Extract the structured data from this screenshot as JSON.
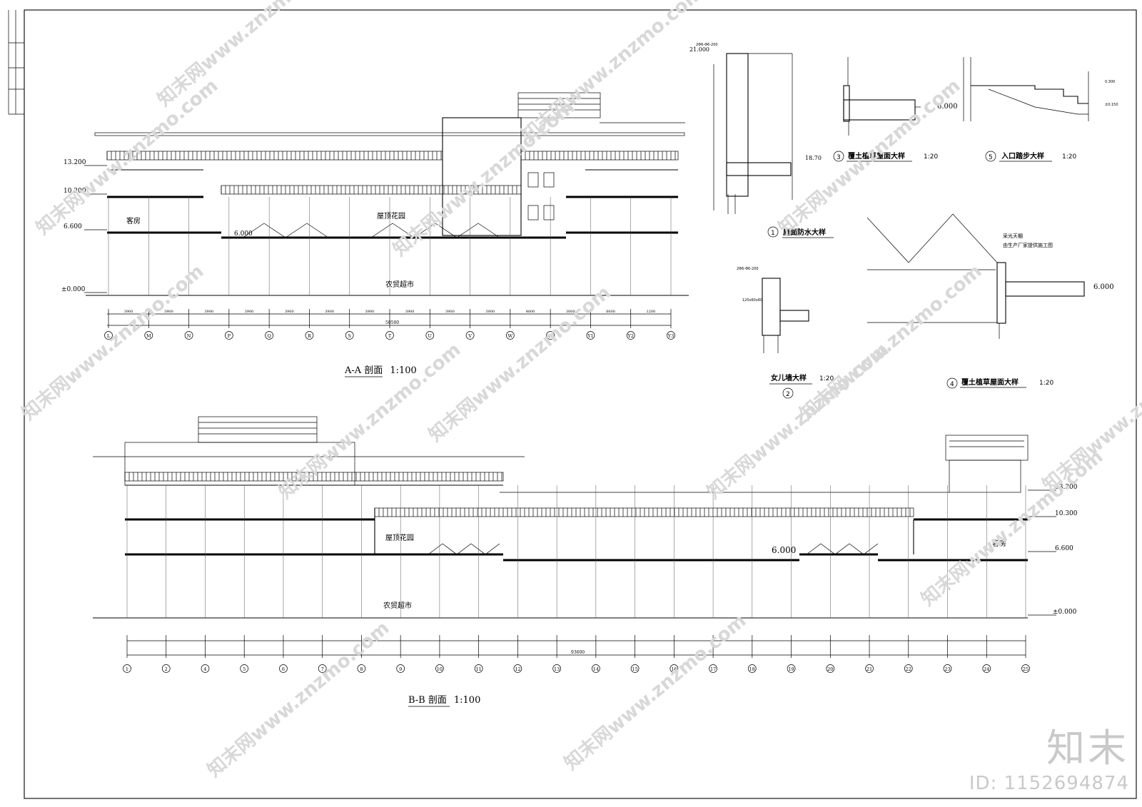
{
  "sections": {
    "aa": {
      "title": "A-A 剖面",
      "scale": "1:100",
      "rooms": {
        "guest": "客房",
        "garden": "屋顶花园",
        "market": "农贸超市"
      },
      "levels": [
        "13.200",
        "10.200",
        "6.600",
        "±0.000"
      ],
      "level_inner": "6.000",
      "axes": [
        "L",
        "M",
        "N",
        "P",
        "Q",
        "R",
        "S",
        "T",
        "U",
        "V",
        "W",
        "X",
        "Y1",
        "Y2",
        "Y3"
      ],
      "spans": [
        "3900",
        "3900",
        "3900",
        "3900",
        "3900",
        "3900",
        "3900",
        "3900",
        "3900",
        "3900",
        "4800",
        "3000",
        "6600",
        "1200"
      ],
      "total": "50500"
    },
    "bb": {
      "title": "B-B 剖面",
      "scale": "1:100",
      "rooms": {
        "guest": "客房",
        "garden": "屋顶花园",
        "market": "农贸超市"
      },
      "levels": [
        "13.200",
        "10.300",
        "6.600",
        "±0.000"
      ],
      "level_inner": "6.000",
      "axes": [
        "1",
        "2",
        "4",
        "5",
        "6",
        "7",
        "8",
        "9",
        "10",
        "11",
        "12",
        "13",
        "14",
        "15",
        "16",
        "17",
        "18",
        "19",
        "20",
        "21",
        "22",
        "23",
        "24",
        "25"
      ],
      "total": "93600"
    }
  },
  "details": [
    {
      "num": "1",
      "title": "屋面防水大样",
      "scale": ""
    },
    {
      "num": "2",
      "title": "女儿墙大样",
      "scale": "1:20"
    },
    {
      "num": "3",
      "title": "覆土植草屋面大样",
      "scale": "1:20"
    },
    {
      "num": "4",
      "title": "覆土植草屋面大样",
      "scale": "1:20"
    },
    {
      "num": "5",
      "title": "入口踏步大样",
      "scale": "1:20"
    }
  ],
  "detail_notes": {
    "d1_top": "21.000",
    "d1_bottom": "18.70",
    "d1_rebar": "2Φ6-Φ6-200",
    "d2_rebar": "2Φ6-Φ6-200",
    "d2_angle": "120x60x60",
    "d3_level": "6.000",
    "d4_level": "6.000",
    "d4_note1": "采光天棚",
    "d4_note2": "由生产厂家提供施工图",
    "d5_level1": "0.300",
    "d5_level2": "±0.150"
  },
  "brand": {
    "logo": "知末",
    "id": "ID: 1152694874"
  },
  "watermark": "知末网www.znzmo.com"
}
